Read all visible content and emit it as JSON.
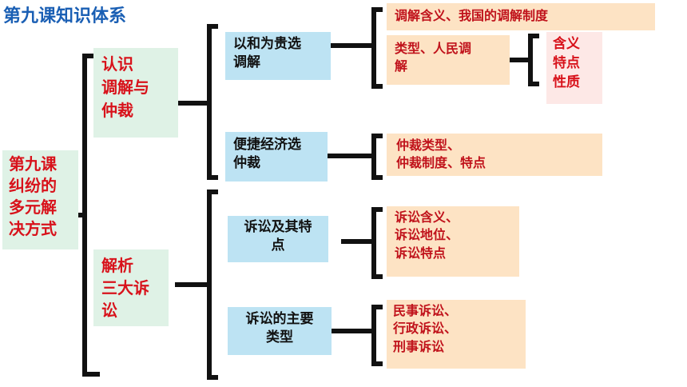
{
  "title": "第九课知识体系",
  "root": {
    "text": "第九课\n纠纷的\n多元解\n决方式"
  },
  "level1": [
    {
      "text": "认识\n调解与\n仲裁"
    },
    {
      "text": "解析\n三大诉\n讼"
    }
  ],
  "level2": [
    {
      "text": "以和为贵选\n调解"
    },
    {
      "text": "便捷经济选\n仲裁"
    },
    {
      "text": "诉讼及其特\n点"
    },
    {
      "text": "诉讼的主要\n类型"
    }
  ],
  "level3": [
    {
      "text": "调解含义、我国的调解制度"
    },
    {
      "text": "类型、人民调\n解"
    },
    {
      "text": "仲裁类型、\n仲裁制度、特点"
    },
    {
      "text": "诉讼含义、\n诉讼地位、\n诉讼特点"
    },
    {
      "text": "民事诉讼、\n行政诉讼、\n刑事诉讼"
    }
  ],
  "level4": [
    {
      "text": "含义\n特点\n性质"
    }
  ]
}
